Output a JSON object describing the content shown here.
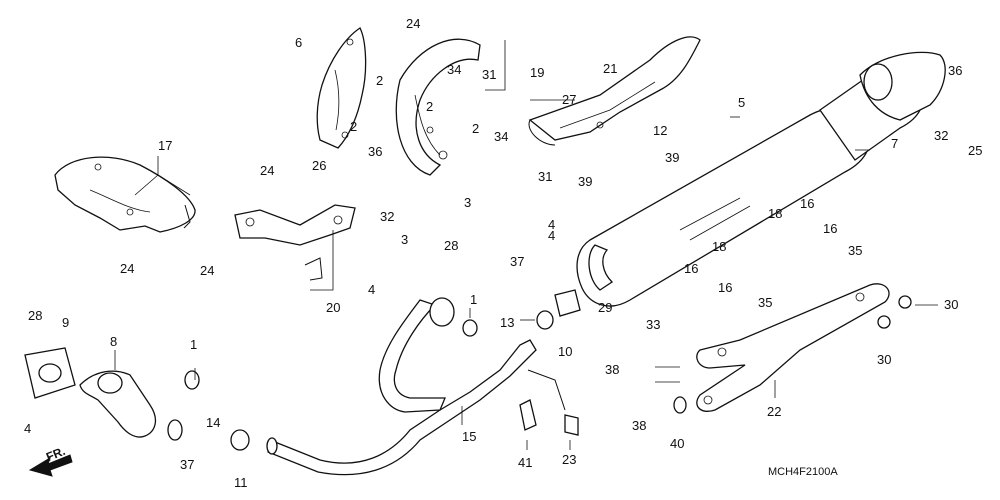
{
  "diagram": {
    "code": "MCH4F2100A",
    "direction_label": "FR."
  },
  "callouts": [
    {
      "id": "l6",
      "text": "6"
    },
    {
      "id": "l24a",
      "text": "24"
    },
    {
      "id": "l2a",
      "text": "2"
    },
    {
      "id": "l34a",
      "text": "34"
    },
    {
      "id": "l2b",
      "text": "2"
    },
    {
      "id": "l31a",
      "text": "31"
    },
    {
      "id": "l19",
      "text": "19"
    },
    {
      "id": "l21",
      "text": "21"
    },
    {
      "id": "l27",
      "text": "27"
    },
    {
      "id": "l5",
      "text": "5"
    },
    {
      "id": "l36a",
      "text": "36"
    },
    {
      "id": "l32a",
      "text": "32"
    },
    {
      "id": "l25",
      "text": "25"
    },
    {
      "id": "l7",
      "text": "7"
    },
    {
      "id": "l2c",
      "text": "2"
    },
    {
      "id": "l2d",
      "text": "2"
    },
    {
      "id": "l34b",
      "text": "34"
    },
    {
      "id": "l12",
      "text": "12"
    },
    {
      "id": "l17",
      "text": "17"
    },
    {
      "id": "l26",
      "text": "26"
    },
    {
      "id": "l36b",
      "text": "36"
    },
    {
      "id": "l31b",
      "text": "31"
    },
    {
      "id": "l39a",
      "text": "39"
    },
    {
      "id": "l3a",
      "text": "3"
    },
    {
      "id": "l24b",
      "text": "24"
    },
    {
      "id": "l39b",
      "text": "39"
    },
    {
      "id": "l32b",
      "text": "32"
    },
    {
      "id": "l3b",
      "text": "3"
    },
    {
      "id": "l18a",
      "text": "18"
    },
    {
      "id": "l16a",
      "text": "16"
    },
    {
      "id": "l4a",
      "text": "4"
    },
    {
      "id": "l18b",
      "text": "18"
    },
    {
      "id": "l16b",
      "text": "16"
    },
    {
      "id": "l24c",
      "text": "24"
    },
    {
      "id": "l24d",
      "text": "24"
    },
    {
      "id": "l37a",
      "text": "37"
    },
    {
      "id": "l4b",
      "text": "4"
    },
    {
      "id": "l16c",
      "text": "16"
    },
    {
      "id": "l35a",
      "text": "35"
    },
    {
      "id": "l28a",
      "text": "28"
    },
    {
      "id": "l20",
      "text": "20"
    },
    {
      "id": "l4c",
      "text": "4"
    },
    {
      "id": "l1a",
      "text": "1"
    },
    {
      "id": "l16d",
      "text": "16"
    },
    {
      "id": "l35b",
      "text": "35"
    },
    {
      "id": "l30a",
      "text": "30"
    },
    {
      "id": "l28b",
      "text": "28"
    },
    {
      "id": "l29",
      "text": "29"
    },
    {
      "id": "l9",
      "text": "9"
    },
    {
      "id": "l13",
      "text": "13"
    },
    {
      "id": "l33",
      "text": "33"
    },
    {
      "id": "l8",
      "text": "8"
    },
    {
      "id": "l1b",
      "text": "1"
    },
    {
      "id": "l10",
      "text": "10"
    },
    {
      "id": "l30b",
      "text": "30"
    },
    {
      "id": "l38a",
      "text": "38"
    },
    {
      "id": "l4d",
      "text": "4"
    },
    {
      "id": "l14",
      "text": "14"
    },
    {
      "id": "l22",
      "text": "22"
    },
    {
      "id": "l38b",
      "text": "38"
    },
    {
      "id": "l15",
      "text": "15"
    },
    {
      "id": "l40",
      "text": "40"
    },
    {
      "id": "l23",
      "text": "23"
    },
    {
      "id": "l37b",
      "text": "37"
    },
    {
      "id": "l11",
      "text": "11"
    },
    {
      "id": "l41",
      "text": "41"
    }
  ]
}
